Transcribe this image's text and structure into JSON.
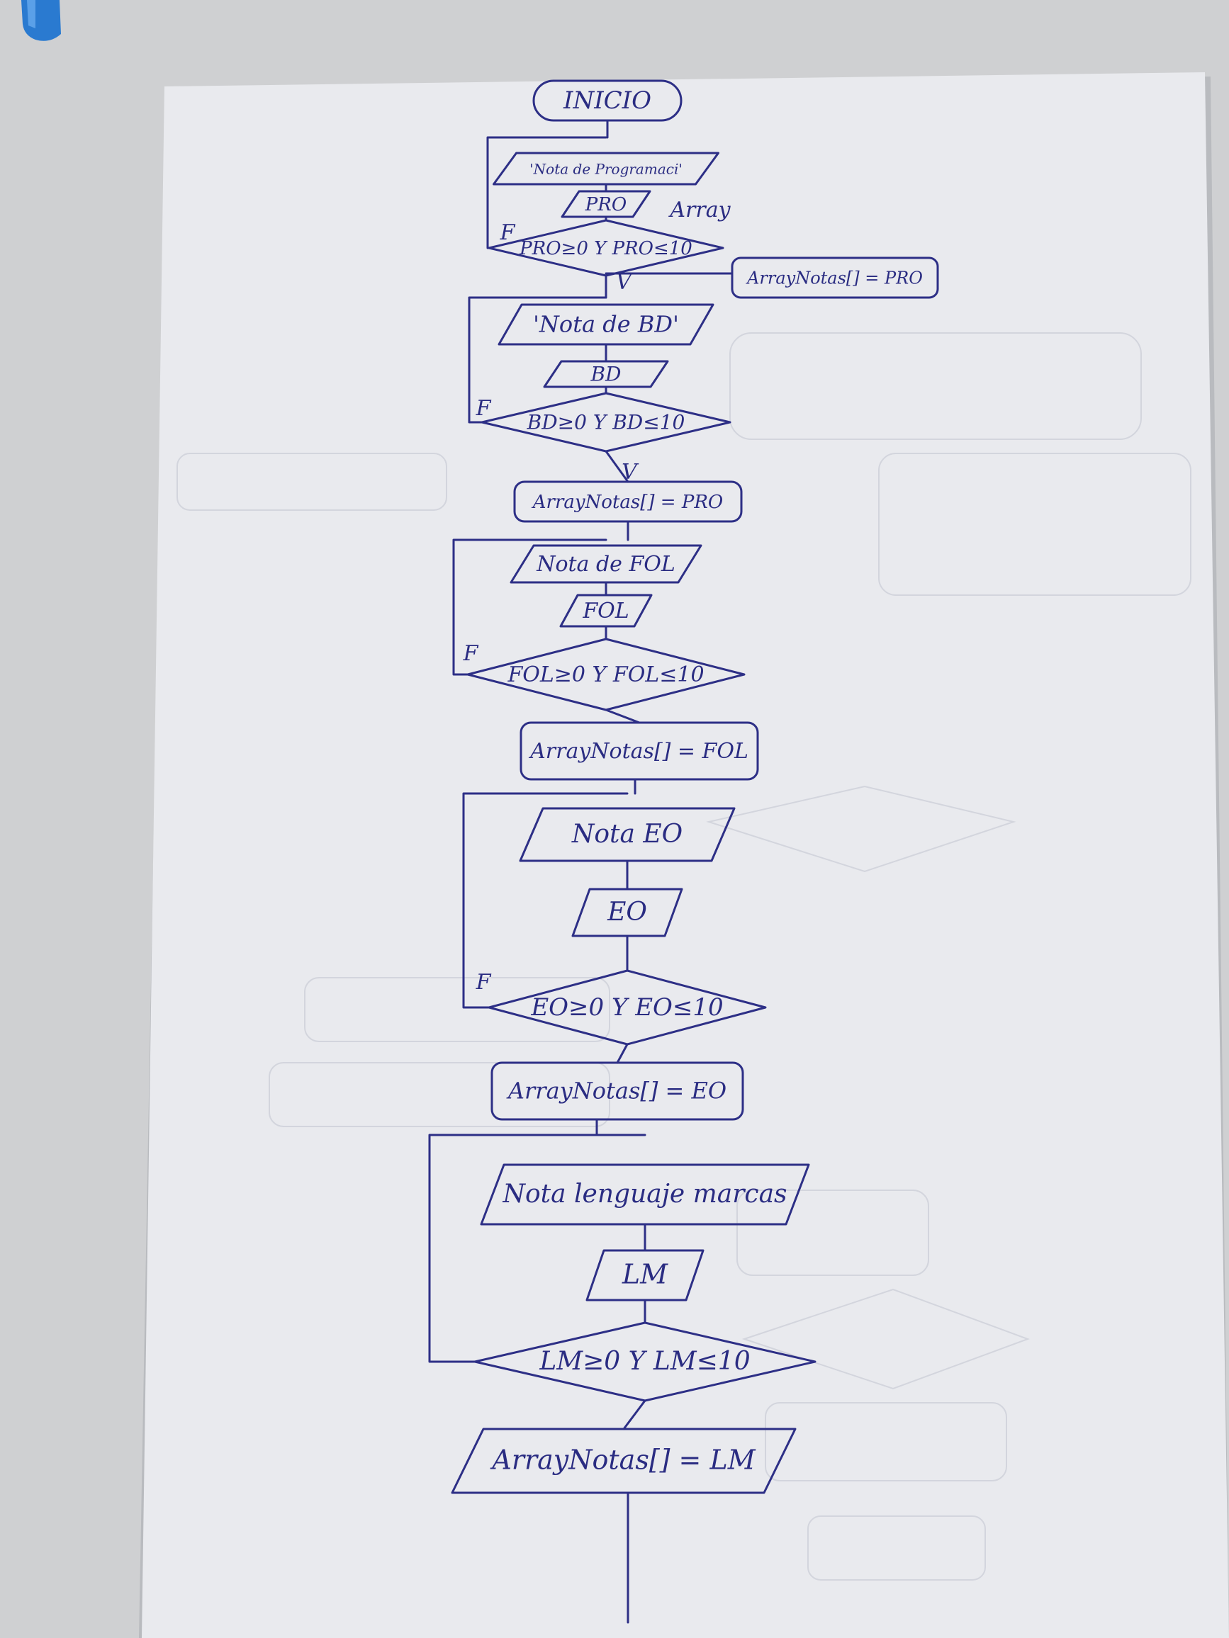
{
  "diagram": {
    "start": "INICIO",
    "blocks": [
      {
        "prompt": "'Nota de Programaci'",
        "input": "PRO",
        "scribble": "Array",
        "condition": "PRO≥0 Y PRO≤10",
        "false_label": "F",
        "true_label": "V",
        "assignment": "ArrayNotas[] = PRO"
      },
      {
        "prompt": "'Nota de BD'",
        "input": "BD",
        "condition": "BD≥0 Y BD≤10",
        "false_label": "F",
        "true_label": "V",
        "assignment": "ArrayNotas[] = PRO"
      },
      {
        "prompt": "Nota de FOL",
        "input": "FOL",
        "condition": "FOL≥0 Y FOL≤10",
        "false_label": "F",
        "assignment": "ArrayNotas[] = FOL"
      },
      {
        "prompt": "Nota EO",
        "input": "EO",
        "condition": "EO≥0 Y EO≤10",
        "false_label": "F",
        "assignment": "ArrayNotas[] = EO"
      },
      {
        "prompt": "Nota lenguaje marcas",
        "input": "LM",
        "condition": "LM≥0 Y LM≤10",
        "assignment": "ArrayNotas[] = LM"
      }
    ]
  },
  "colors": {
    "ink": "#2d2f86",
    "paper": "#e9eaee",
    "background": "#cfd0d2"
  }
}
